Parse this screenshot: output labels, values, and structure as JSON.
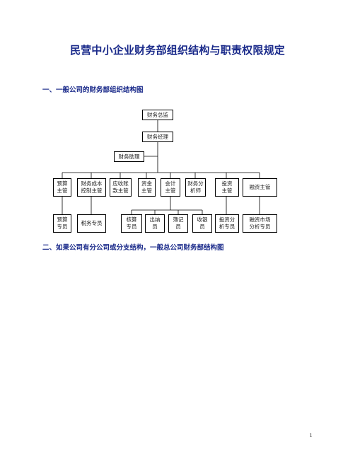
{
  "document": {
    "title": "民营中小企业财务部组织结构与职责权限规定",
    "section1_heading": "一、一般公司的财务部组织结构图",
    "section2_heading": "二、如果公司有分公司或分支结构，一般总公司财务部结构图",
    "page_number": "1"
  },
  "org_chart": {
    "top": "财务总监",
    "manager": "财务经理",
    "assistant": "财务助理",
    "supervisors": [
      "预算\n主管",
      "财务成本\n控制主管",
      "应收账\n款主管",
      "资金\n主管",
      "会计\n主管",
      "财务分\n析师",
      "投资\n主管",
      "融资主管"
    ],
    "staff": [
      "预算\n专员",
      "税务专员",
      "核算\n专员",
      "出纳\n员",
      "簿记\n员",
      "收银\n员",
      "投资分\n析专员",
      "融资市场\n分析专员"
    ]
  }
}
